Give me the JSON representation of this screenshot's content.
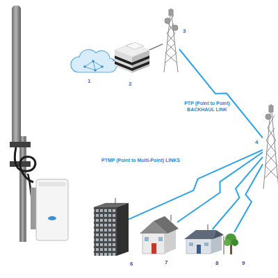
{
  "diagram": {
    "nodes": [
      {
        "text": [
          "1"
        ]
      },
      {
        "text": [
          "2"
        ]
      },
      {
        "text": [
          "3"
        ]
      },
      {
        "text": [
          "4"
        ]
      },
      {
        "text": [
          "6"
        ]
      },
      {
        "text": [
          "7"
        ]
      },
      {
        "text": [
          "8"
        ]
      },
      {
        "text": [
          "9"
        ]
      }
    ],
    "edges": [
      {
        "from": 0,
        "to": 1,
        "arrow": "none"
      },
      {
        "from": 1,
        "to": 2,
        "arrow": "none"
      },
      {
        "from": 2,
        "to": 3,
        "label": "PTP (Point to Point) BACKHAUL LINK",
        "arrow": "none"
      },
      {
        "from": 3,
        "to": 4,
        "arrow": "none"
      },
      {
        "from": 3,
        "to": 5,
        "arrow": "none"
      },
      {
        "from": 3,
        "to": 6,
        "arrow": "none"
      },
      {
        "from": 3,
        "to": 7,
        "arrow": "none"
      }
    ],
    "labels": [
      "PTMP (Point to Multi-Point) LINKS"
    ]
  }
}
